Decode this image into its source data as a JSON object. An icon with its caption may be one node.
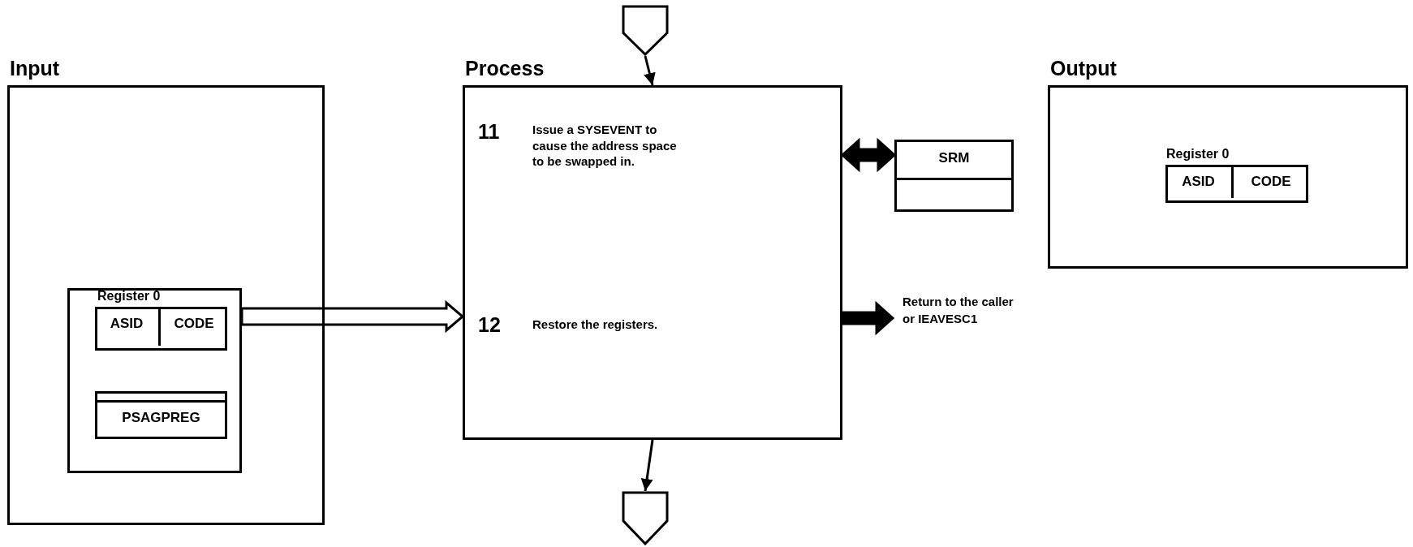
{
  "diagram": {
    "nodes": [
      {
        "text": [
          "Input"
        ]
      },
      {
        "text": [],
        "shape": "box",
        "in": 0
      },
      {
        "text": [
          "Register 0"
        ],
        "in": 1
      },
      {
        "text": [
          "ASID"
        ],
        "in": 2
      },
      {
        "text": [
          "CODE"
        ],
        "in": 2
      },
      {
        "text": [
          "PSAGPREG"
        ],
        "in": 1
      },
      {
        "text": [
          "Process",
          "11",
          "Issue a SYSEVENT to cause the address space to be swapped in.",
          "12",
          "Restore the registers."
        ]
      },
      {
        "text": [],
        "shape": "pentagon"
      },
      {
        "text": [],
        "shape": "pentagon"
      },
      {
        "text": [
          "SRM"
        ]
      },
      {
        "text": [
          "Return to the caller or IEAVESC1"
        ]
      },
      {
        "text": [
          "Output"
        ]
      },
      {
        "text": [
          "Register 0"
        ],
        "in": 11
      },
      {
        "text": [
          "ASID"
        ],
        "in": 12
      },
      {
        "text": [
          "CODE"
        ],
        "in": 12
      }
    ],
    "edges": [
      {
        "from": 7,
        "to": 6,
        "arrow": "to"
      },
      {
        "from": 6,
        "to": 8,
        "arrow": "to"
      },
      {
        "from": 1,
        "to": 6,
        "arrow": "to",
        "style": "thick",
        "color": "#ffffff"
      },
      {
        "from": 6,
        "to": 9,
        "arrow": "both",
        "style": "thick"
      },
      {
        "from": 6,
        "to": 10,
        "arrow": "to",
        "style": "thick"
      }
    ]
  }
}
